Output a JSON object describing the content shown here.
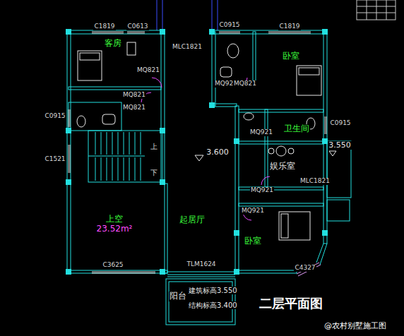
{
  "diagram": {
    "nodes": [
      {
        "text": [
          "客房"
        ]
      },
      {
        "text": [
          "卧室"
        ]
      },
      {
        "text": [
          "卫生间"
        ]
      },
      {
        "text": [
          "娱乐室"
        ]
      },
      {
        "text": [
          "卧室"
        ]
      },
      {
        "text": [
          "上空",
          "23.52m²"
        ]
      },
      {
        "text": [
          "起居厅"
        ]
      },
      {
        "text": [
          "阳台"
        ]
      }
    ],
    "labels": [
      "C1819",
      "C0613",
      "C0915",
      "C1819",
      "MLC1821",
      "MQ821",
      "MQ821",
      "MQ821",
      "MQ921",
      "MQ821",
      "C0915",
      "C1521",
      "上",
      "下",
      "3.600",
      "MQ921",
      "C0915",
      "3.550",
      "MLC1821",
      "MQ921",
      "MQ921",
      "C4327",
      "C3625",
      "TLM1624",
      "建筑标高3.550",
      "结构标高3.400",
      "二层平面图",
      "@农村别墅施工图"
    ]
  }
}
